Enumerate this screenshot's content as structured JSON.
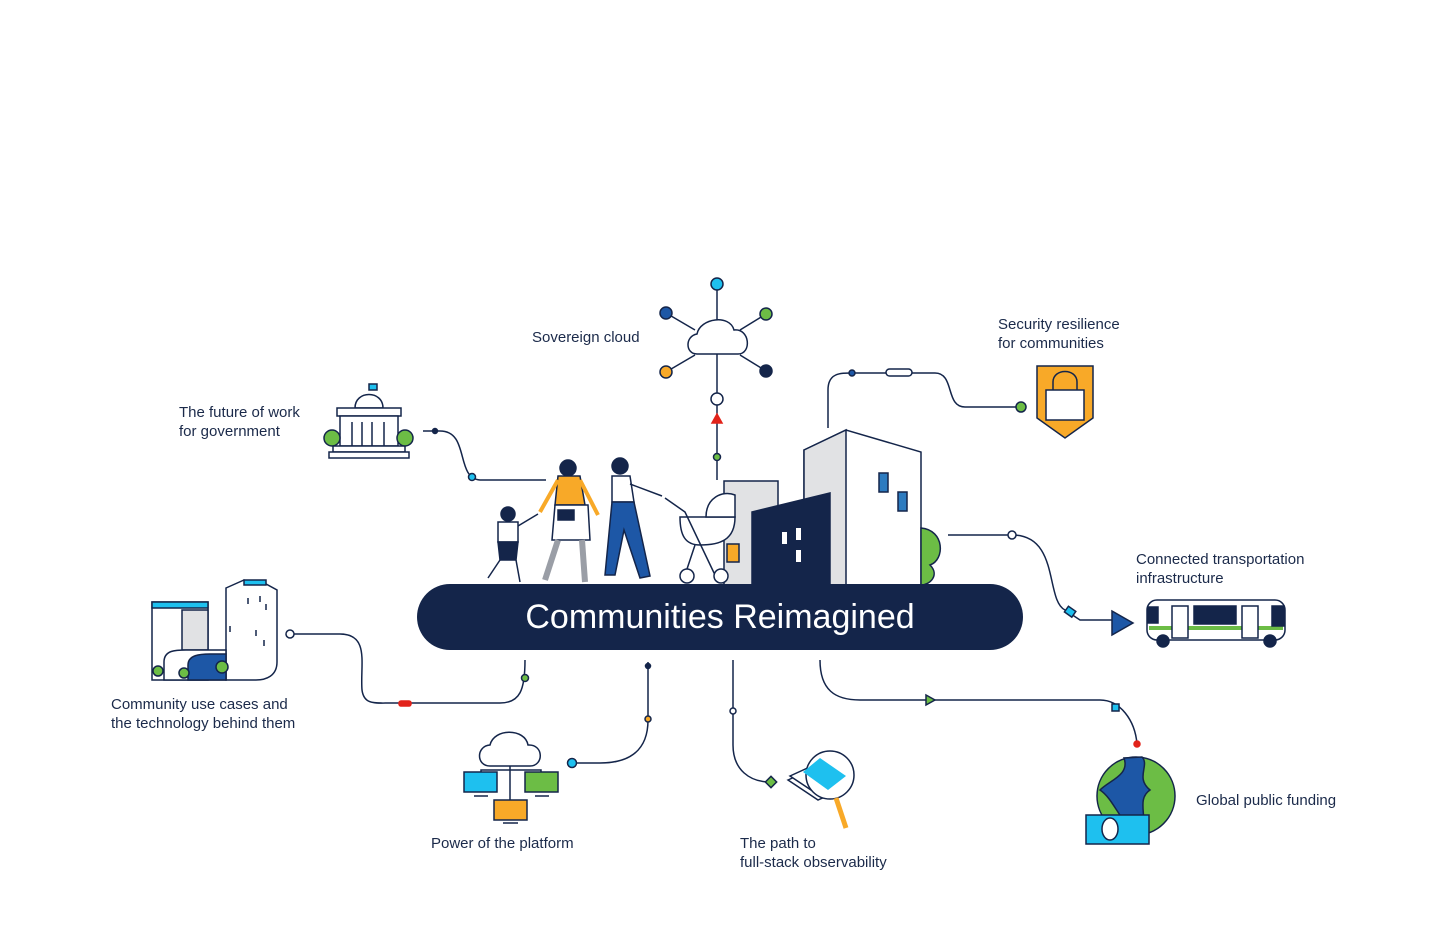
{
  "banner": {
    "title": "Communities Reimagined"
  },
  "topics": [
    {
      "id": "sovereign-cloud",
      "line1": "Sovereign cloud",
      "line2": ""
    },
    {
      "id": "future-of-work",
      "line1": "The future of work",
      "line2": "for government"
    },
    {
      "id": "security-resilience",
      "line1": "Security resilience",
      "line2": "for communities"
    },
    {
      "id": "connected-transportation",
      "line1": "Connected transportation",
      "line2": "infrastructure"
    },
    {
      "id": "community-use-cases",
      "line1": "Community use cases and",
      "line2": "the technology behind them"
    },
    {
      "id": "power-of-platform",
      "line1": "Power of the platform",
      "line2": ""
    },
    {
      "id": "full-stack-observability",
      "line1": "The path to",
      "line2": "full-stack observability"
    },
    {
      "id": "global-public-funding",
      "line1": "Global public funding",
      "line2": ""
    }
  ],
  "colors": {
    "navy": "#14254a",
    "blue": "#1d57a6",
    "cyan": "#1ec0ef",
    "green": "#6cbd45",
    "orange": "#f8a928",
    "red": "#e2231a",
    "gray": "#e1e2e4"
  },
  "icons": [
    "cloud-network-icon",
    "capitol-building-icon",
    "padlock-shield-icon",
    "bus-icon",
    "city-buildings-icon",
    "cloud-computers-icon",
    "magnifier-icon",
    "globe-money-icon"
  ]
}
